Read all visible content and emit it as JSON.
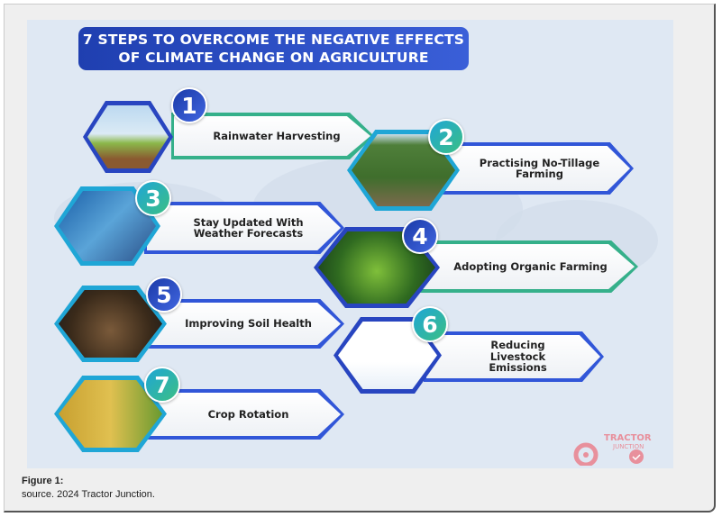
{
  "title": "7 STEPS TO OVERCOME THE NEGATIVE EFFECTS OF CLIMATE CHANGE ON AGRICULTURE",
  "steps": [
    {
      "number": "1",
      "label": "Rainwater Harvesting",
      "color": "green"
    },
    {
      "number": "2",
      "label": "Practising No-Tillage Farming",
      "color": "blue"
    },
    {
      "number": "3",
      "label": "Stay Updated With Weather Forecasts",
      "color": "blue"
    },
    {
      "number": "4",
      "label": "Adopting Organic Farming",
      "color": "green"
    },
    {
      "number": "5",
      "label": "Improving Soil Health",
      "color": "blue"
    },
    {
      "number": "6",
      "label": "Reducing Livestock Emissions",
      "color": "blue"
    },
    {
      "number": "7",
      "label": "Crop Rotation",
      "color": "blue"
    }
  ],
  "logo": "TRACTOR JUNCTION",
  "caption": {
    "figure": "Figure 1:",
    "source": "source. 2024 Tractor Junction."
  }
}
